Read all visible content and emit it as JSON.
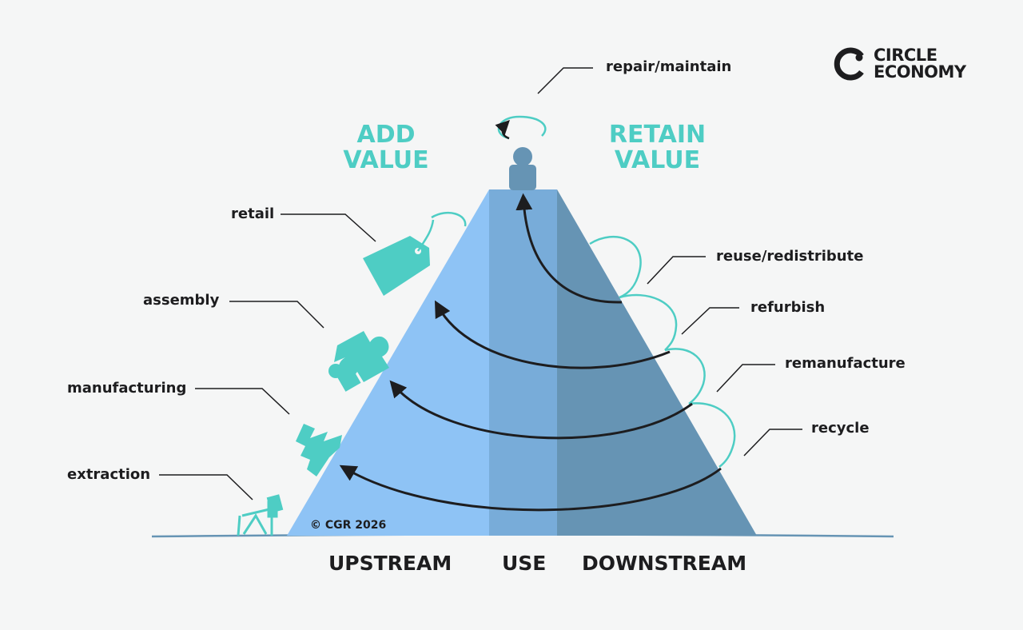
{
  "brand": {
    "logo_line1": "CIRCLE",
    "logo_line2": "ECONOMY"
  },
  "headings": {
    "add_value_line1": "ADD",
    "add_value_line2": "VALUE",
    "retain_value_line1": "RETAIN",
    "retain_value_line2": "VALUE"
  },
  "stages_left": {
    "retail": "retail",
    "assembly": "assembly",
    "manufacturing": "manufacturing",
    "extraction": "extraction"
  },
  "stages_right": {
    "repair": "repair/maintain",
    "reuse": "reuse/redistribute",
    "refurbish": "refurbish",
    "remanufacture": "remanufacture",
    "recycle": "recycle"
  },
  "base_labels": {
    "upstream": "UPSTREAM",
    "use": "USE",
    "downstream": "DOWNSTREAM"
  },
  "copyright": "© CGR 2026",
  "colors": {
    "upstream_blue": "#8ec3f5",
    "use_blue": "#78acd9",
    "downstream_blue": "#6694b4",
    "accent_teal": "#4ecdc4",
    "text_dark": "#1d1d1f"
  },
  "icons": [
    "repair-loop-icon",
    "person-icon",
    "price-tag-icon",
    "puzzle-piece-icon",
    "factory-icon",
    "oil-pump-icon",
    "circle-economy-logo-icon"
  ]
}
